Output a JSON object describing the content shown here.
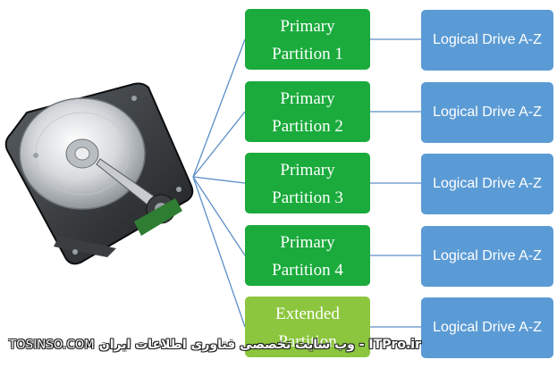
{
  "colors": {
    "primary_partition": "#1aab3c",
    "extended_partition": "#8cc63e",
    "logical_drive": "#5b9bd5",
    "connector": "#5b8ec7"
  },
  "partitions": [
    {
      "line1": "Primary",
      "line2": "Partition 1",
      "kind": "primary"
    },
    {
      "line1": "Primary",
      "line2": "Partition 2",
      "kind": "primary"
    },
    {
      "line1": "Primary",
      "line2": "Partition 3",
      "kind": "primary"
    },
    {
      "line1": "Primary",
      "line2": "Partition 4",
      "kind": "primary"
    },
    {
      "line1": "Extended",
      "line2": "Partition",
      "kind": "extended"
    }
  ],
  "drives": [
    {
      "label": "Logical Drive A-Z"
    },
    {
      "label": "Logical Drive A-Z"
    },
    {
      "label": "Logical Drive A-Z"
    },
    {
      "label": "Logical Drive A-Z"
    },
    {
      "label": "Logical Drive A-Z"
    }
  ],
  "hdd_icon": "hard-disk-drive",
  "watermark": {
    "site": "TOSINSO.COM",
    "text": "وب سایت تخصصی فناوری اطلاعات ایران - ITPro.ir"
  }
}
